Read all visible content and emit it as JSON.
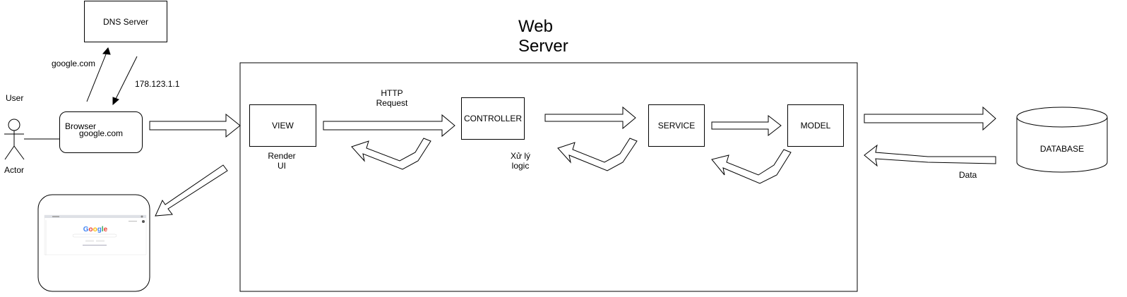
{
  "dns": {
    "label": "DNS Server"
  },
  "labels": {
    "google_request": "google.com",
    "ip_response": "178.123.1.1",
    "user": "User",
    "actor": "Actor",
    "browser_line1": "Browser",
    "browser_line2": "google.com",
    "http_line1": "HTTP",
    "http_line2": "Request",
    "render_line1": "Render",
    "render_line2": "UI",
    "logic_line1": "Xử lý",
    "logic_line2": "logic",
    "data": "Data"
  },
  "web_server": {
    "title_line1": "Web",
    "title_line2": "Server"
  },
  "boxes": {
    "view": "VIEW",
    "controller": "CONTROLLER",
    "service": "SERVICE",
    "model": "MODEL",
    "database": "DATABASE"
  },
  "colors": {
    "stroke": "#000000",
    "fill": "#ffffff",
    "google_blue": "#4285F4",
    "google_red": "#EA4335",
    "google_yellow": "#FBBC05",
    "google_green": "#34A853"
  }
}
